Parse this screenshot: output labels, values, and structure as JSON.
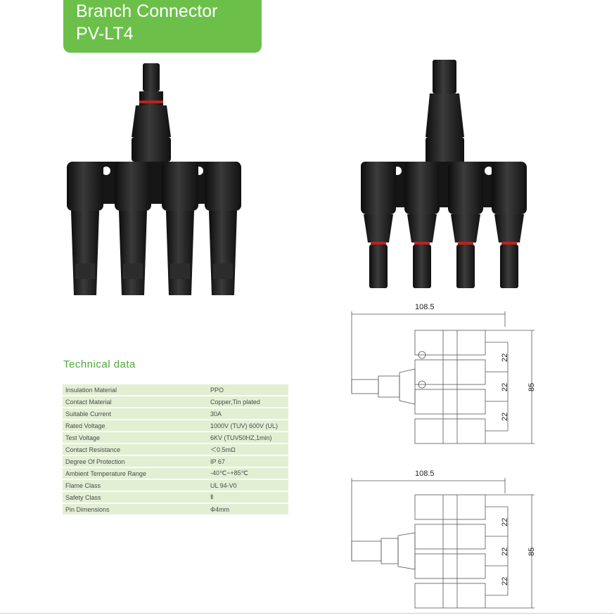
{
  "header": {
    "title_line1": "Branch Connector",
    "title_line2": "PV-LT4"
  },
  "section": {
    "title": "Technical data"
  },
  "specs": [
    {
      "label": "Insulation Material",
      "value": "PPO"
    },
    {
      "label": "Contact Material",
      "value": "Copper,Tin plated"
    },
    {
      "label": "Suitable Current",
      "value": "30A"
    },
    {
      "label": "Rated Voltage",
      "value": "1000V (TUV)  600V (UL)"
    },
    {
      "label": "Test Voltage",
      "value": "6KV (TUV50HZ,1min)"
    },
    {
      "label": "Contact Resistance",
      "value": "＜0.5mΩ"
    },
    {
      "label": "Degree Of Protection",
      "value": "IP 67"
    },
    {
      "label": "Ambient Temperature Range",
      "value": "-40℃~+85℃"
    },
    {
      "label": "Flame Class",
      "value": "UL 94-V0"
    },
    {
      "label": "Safety Class",
      "value": "Ⅱ"
    },
    {
      "label": "Pin Dimensions",
      "value": "Φ4mm"
    }
  ],
  "drawings": {
    "top": {
      "width": "108.5",
      "height": "85",
      "pitch": [
        "22",
        "22",
        "22"
      ]
    },
    "bottom": {
      "width": "108.5",
      "height": "85",
      "pitch": [
        "22",
        "22",
        "22"
      ]
    }
  },
  "colors": {
    "accent_green": "#6cc04a",
    "table_row": "#e2efd3",
    "connector_body": "#1a1a1a"
  }
}
